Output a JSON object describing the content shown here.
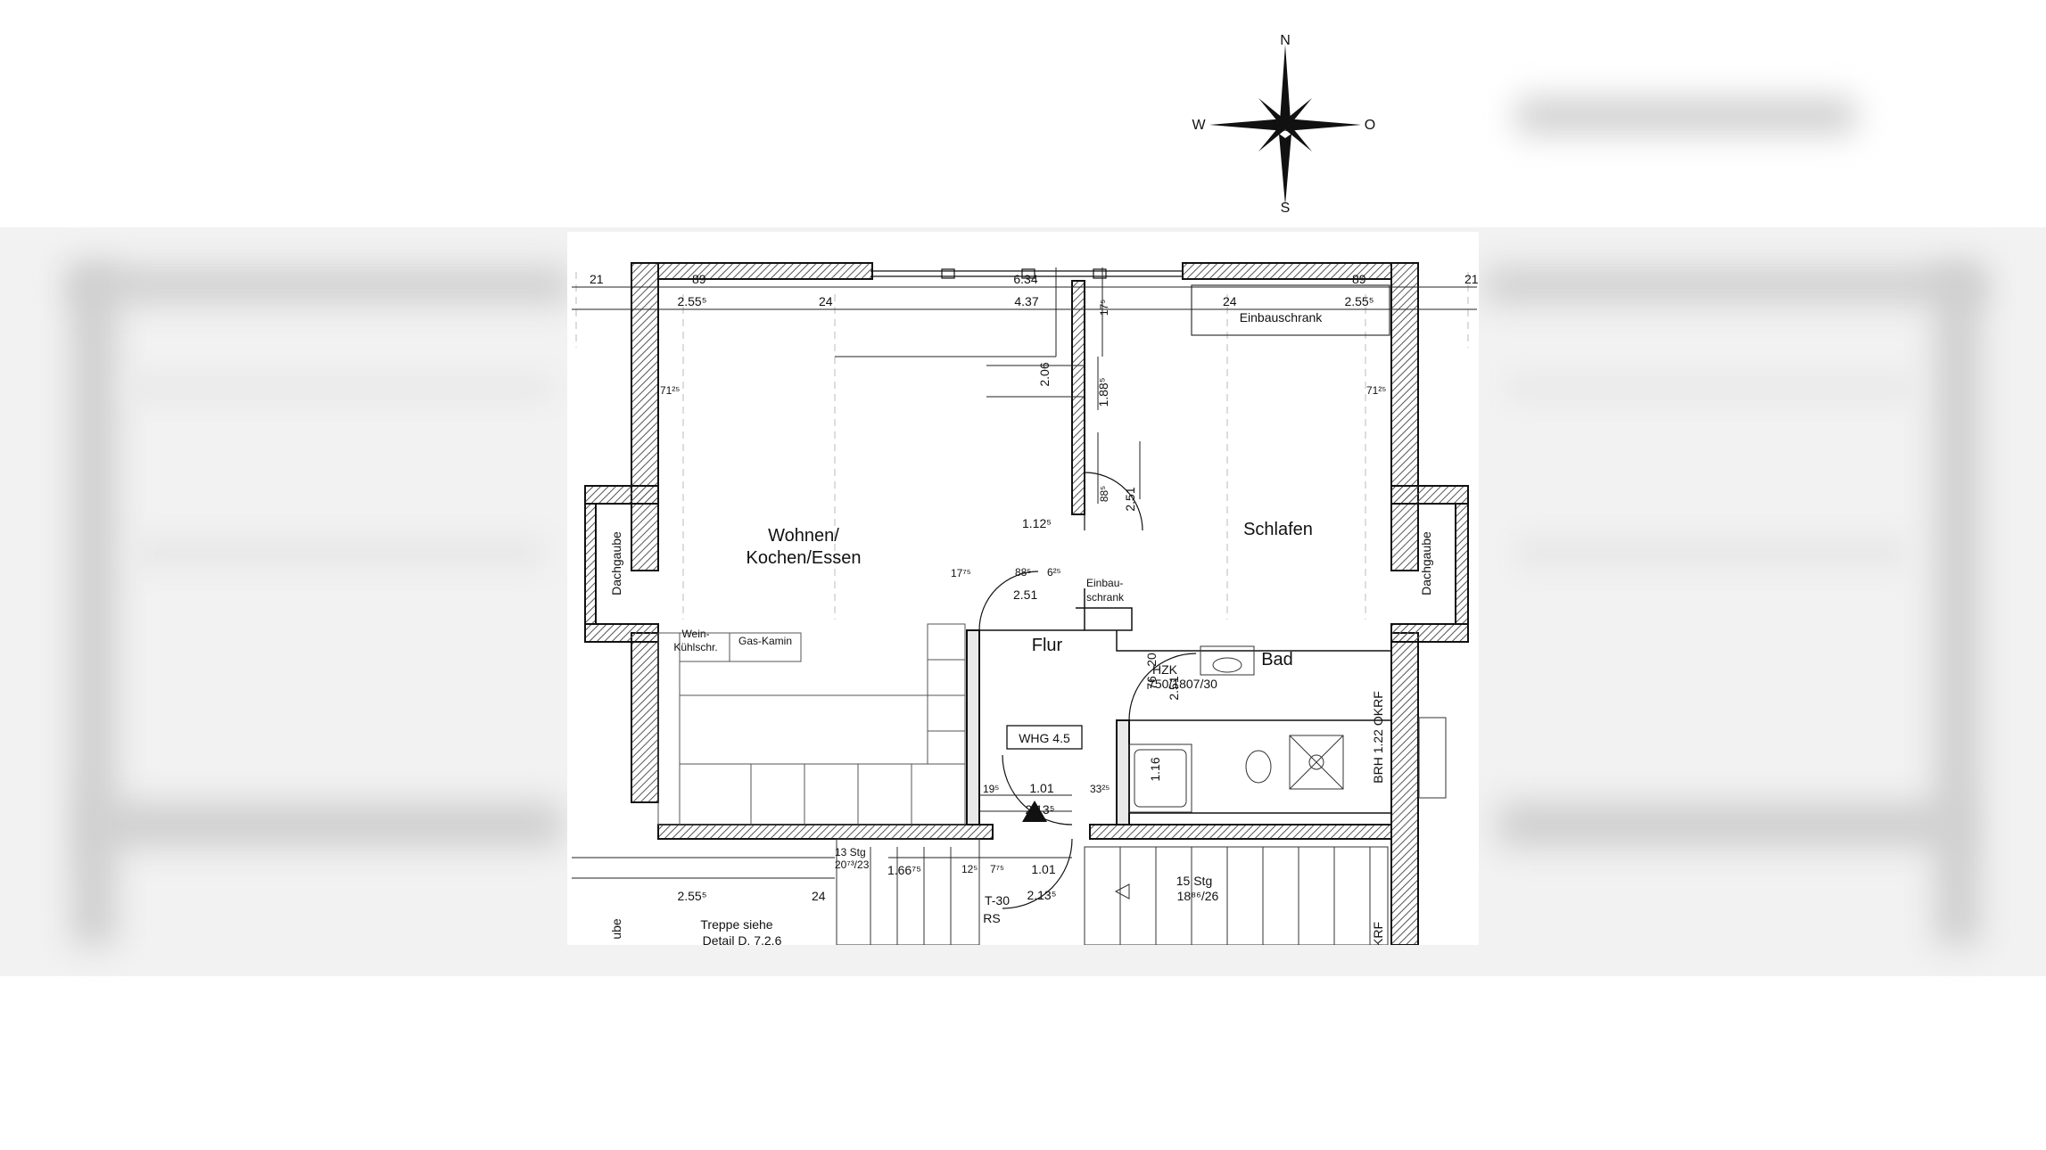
{
  "compass": {
    "north": "N",
    "south": "S",
    "west": "W",
    "east": "O"
  },
  "rooms": {
    "wohnen_1": "Wohnen/",
    "wohnen_2": "Kochen/Essen",
    "schlafen": "Schlafen",
    "flur": "Flur",
    "bad": "Bad",
    "dachgaube_left": "Dachgaube",
    "dachgaube_right": "Dachgaube",
    "dachgaube_bottom": "ube"
  },
  "fixtures": {
    "einbauschrank_top": "Einbauschrank",
    "einbauschrank_small_1": "Einbau-",
    "einbauschrank_small_2": "schrank",
    "wein_1": "Wein-",
    "wein_2": "Kühlschr.",
    "gas_kamin": "Gas-Kamin",
    "hzk_1": "HZK",
    "hzk_2": "750/1807/30",
    "whg": "WHG 4.5",
    "brh": "BRH 1.22 OKRF",
    "krf": "KRF",
    "door_t30": "T-30",
    "door_rs": "RS"
  },
  "stairs": {
    "left_count": "13 Stg",
    "left_size": "20⁷³/23",
    "right_count": "15 Stg",
    "right_size": "18⁸⁶/26",
    "note_1": "Treppe siehe",
    "note_2": "Detail D. 7.2.6"
  },
  "dimensions": {
    "d21_left": "21",
    "d89_left": "89",
    "d7125_left": "71²⁵",
    "d634": "6.34",
    "d89_right": "89",
    "d7125_right": "71²⁵",
    "d21_right": "21",
    "d2555_left": "2.55⁵",
    "d24_a": "24",
    "d437": "4.37",
    "d24_b": "24",
    "d2555_right": "2.55⁵",
    "d206": "2.06",
    "d175_top": "17⁵",
    "d1885": "1.88⁵",
    "d885_door": "88⁵",
    "d251_door": "2.51",
    "d1125": "1.12⁵",
    "d1775": "17⁷⁵",
    "d885_b": "88⁵",
    "d625": "6²⁵",
    "d251_b": "2.51",
    "d76": "76",
    "d20": "20",
    "d251_bad": "2.51",
    "d116": "1.16",
    "d195": "19⁵",
    "d101_a": "1.01",
    "d3325": "33²⁵",
    "d2135_a": "2.13⁵",
    "d16675": "1.66⁷⁵",
    "d125": "12⁵",
    "d775": "7⁷⁵",
    "d101_b": "1.01",
    "d2135_b": "2.13⁵",
    "d2555_bottom": "2.55⁵",
    "d24_bottom": "24"
  }
}
